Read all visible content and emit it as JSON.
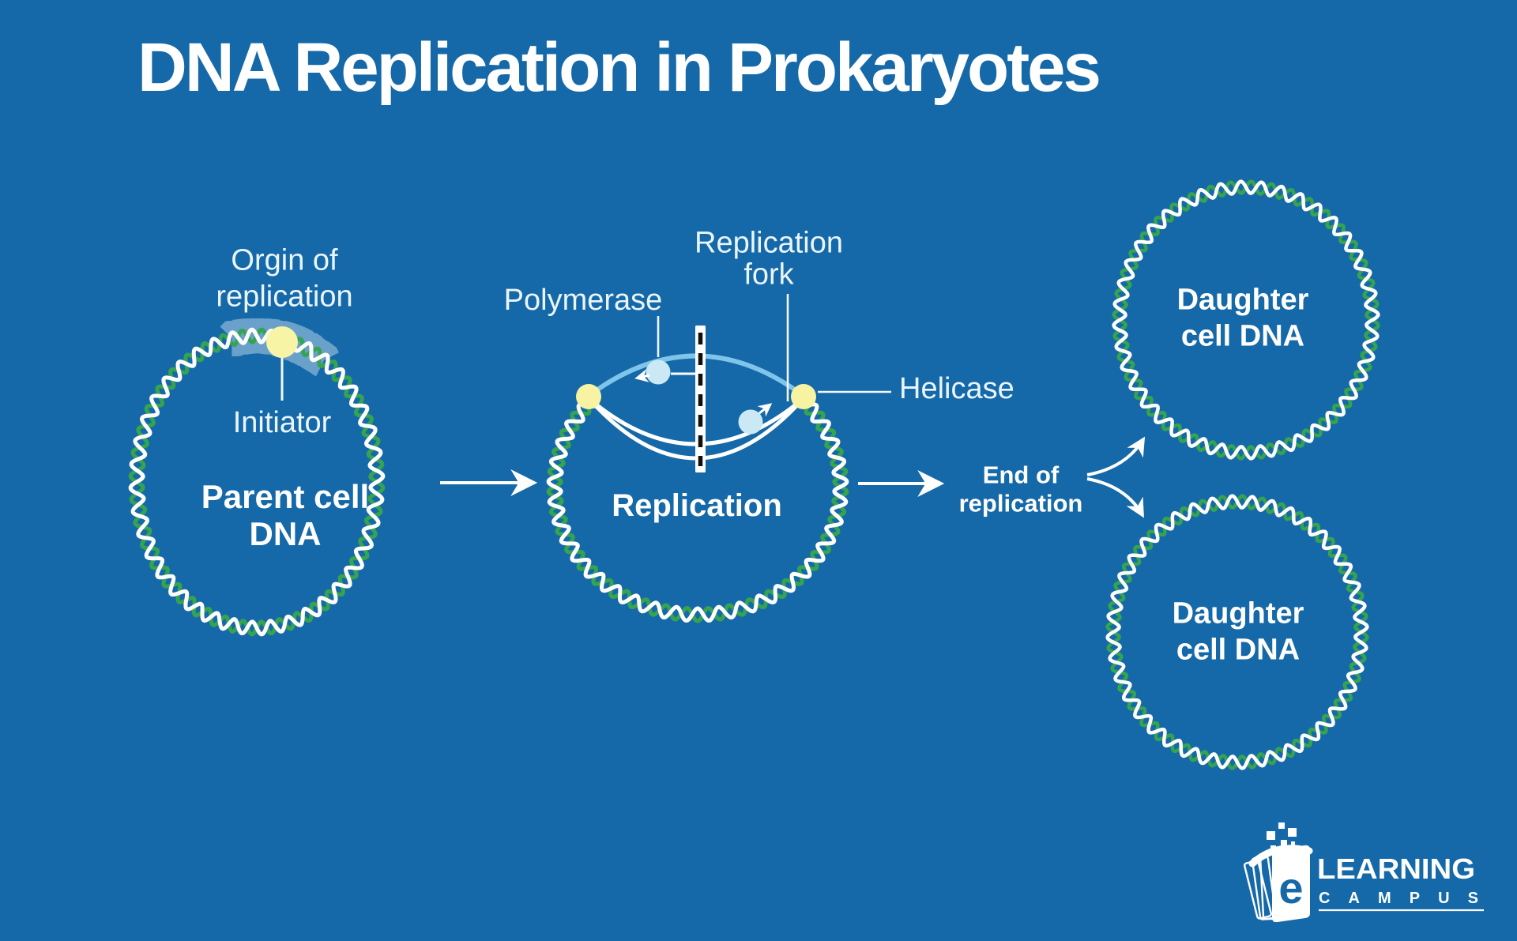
{
  "title": "DNA Replication in Prokaryotes",
  "colors": {
    "background": "#1569A8",
    "strand_green": "#36A351",
    "strand_white": "#FFFFFF",
    "helicase_yellow": "#F7F3A2",
    "origin_yellow": "#F8F4A6",
    "polymerase_blue": "#CBE9F4",
    "new_strand_blue": "#7FC4E9",
    "highlight_band": "#AECFE6",
    "text_light": "#EAF5FD",
    "text_white": "#FFFFFF"
  },
  "stages": {
    "parent": {
      "origin_line1": "Orgin of",
      "origin_line2": "replication",
      "initiator": "Initiator",
      "name_line1": "Parent cell",
      "name_line2": "DNA"
    },
    "replication": {
      "polymerase": "Polymerase",
      "fork_line1": "Replication",
      "fork_line2": "fork",
      "helicase": "Helicase",
      "name": "Replication"
    },
    "end": {
      "line1": "End of",
      "line2": "replication"
    },
    "daughter_top": {
      "line1": "Daughter",
      "line2": "cell DNA"
    },
    "daughter_bottom": {
      "line1": "Daughter",
      "line2": "cell DNA"
    }
  },
  "logo": {
    "e": "e",
    "learning": "LEARNING",
    "campus": "CAMPUS"
  }
}
